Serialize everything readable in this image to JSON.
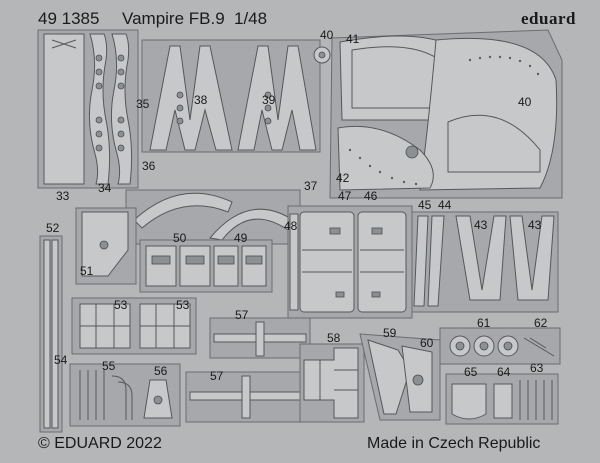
{
  "header": {
    "sheet_number": "49 1385",
    "title": "Vampire FB.9",
    "scale": "1/48",
    "brand": "eduard"
  },
  "footer": {
    "copyright": "© EDUARD 2022",
    "origin": "Made in Czech Republic"
  },
  "part_numbers": {
    "p33": "33",
    "p34": "34",
    "p35": "35",
    "p36": "36",
    "p37": "37",
    "p38": "38",
    "p39": "39",
    "p40a": "40",
    "p40b": "40",
    "p41": "41",
    "p42": "42",
    "p43a": "43",
    "p43b": "43",
    "p44": "44",
    "p45": "45",
    "p46": "46",
    "p47": "47",
    "p48": "48",
    "p49": "49",
    "p50": "50",
    "p51": "51",
    "p52": "52",
    "p53a": "53",
    "p53b": "53",
    "p54": "54",
    "p55": "55",
    "p56": "56",
    "p57a": "57",
    "p57b": "57",
    "p58": "58",
    "p59": "59",
    "p60": "60",
    "p61": "61",
    "p62": "62",
    "p63": "63",
    "p64": "64",
    "p65": "65"
  }
}
